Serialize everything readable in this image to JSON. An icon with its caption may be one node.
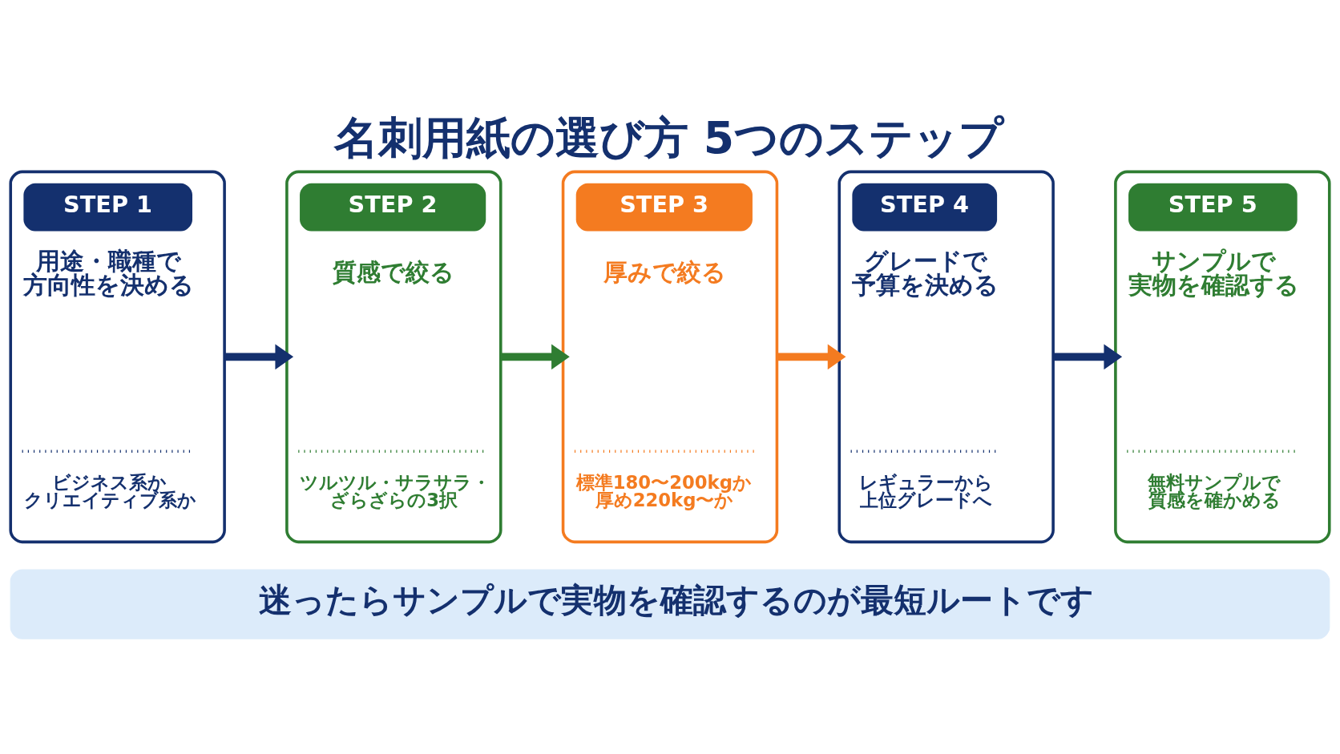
{
  "diagram": {
    "title": "名刺用紙の選び方 5つのステップ",
    "nodes": [
      {
        "text": [
          "STEP 1",
          "用途・職種で方向性を決める",
          "ビジネス系かクリエイティブ系か"
        ]
      },
      {
        "text": [
          "STEP 2",
          "質感で絞る",
          "ツルツル・サラサラ・ざらざらの3択"
        ]
      },
      {
        "text": [
          "STEP 3",
          "厚みで絞る",
          "標準180〜200kgか厚め220kg〜か"
        ]
      },
      {
        "text": [
          "STEP 4",
          "グレードで予算を決める",
          "レギュラーから上位グレードへ"
        ]
      },
      {
        "text": [
          "STEP 5",
          "サンプルで実物を確認する",
          "無料サンプルで質感を確かめる"
        ]
      },
      {
        "text": [
          "迷ったらサンプルで実物を確認するのが最短ルートです"
        ]
      }
    ],
    "edges": [
      {
        "from": 0,
        "to": 1,
        "arrow": "to"
      },
      {
        "from": 1,
        "to": 2,
        "arrow": "to",
        "color": "#2f7d32"
      },
      {
        "from": 2,
        "to": 3,
        "arrow": "to",
        "color": "#f47b20"
      },
      {
        "from": 3,
        "to": 4,
        "arrow": "to"
      }
    ]
  }
}
